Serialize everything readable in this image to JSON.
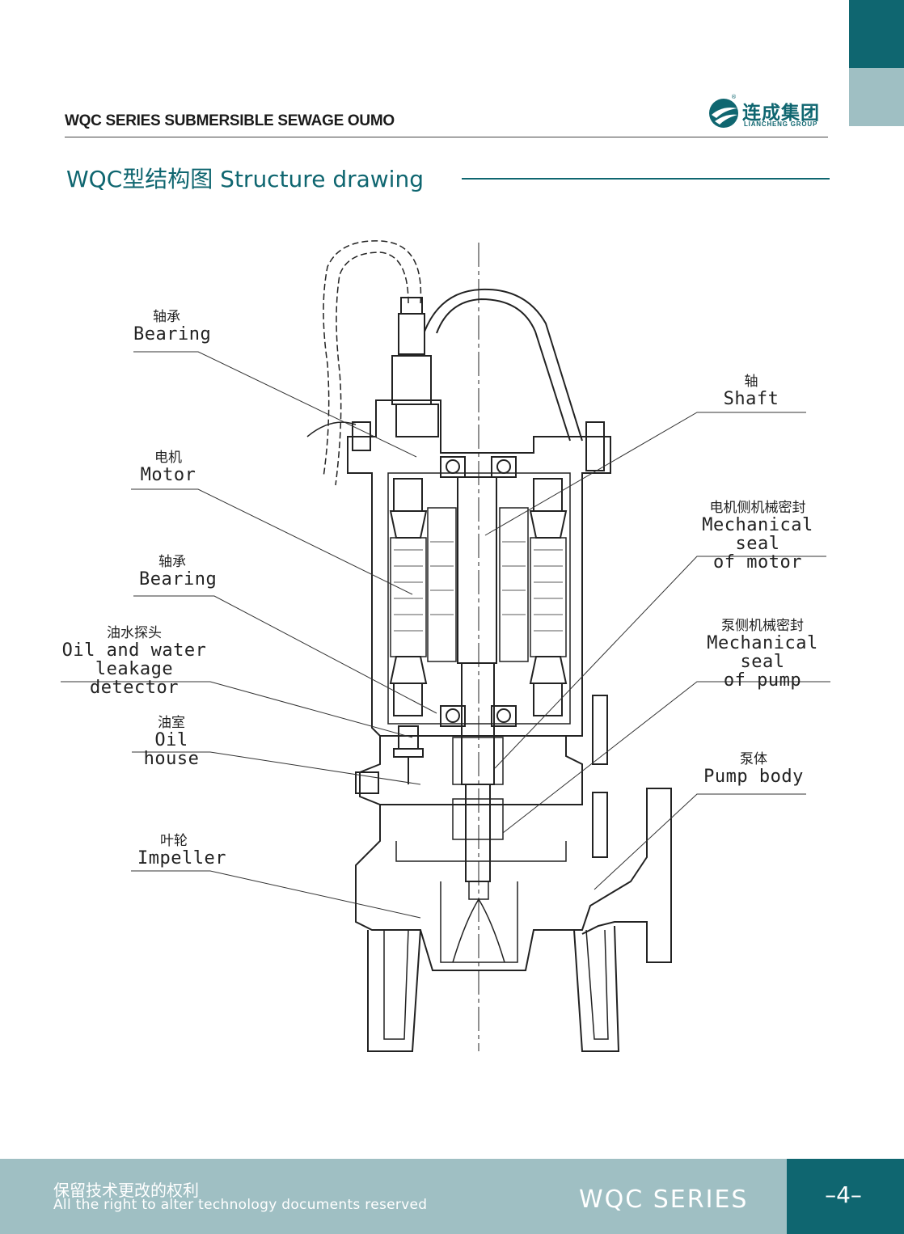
{
  "header": {
    "title": "WQC SERIES SUBMERSIBLE SEWAGE OUMO",
    "logo_cn": "连成集团",
    "logo_en": "LIANCHENG GROUP",
    "logo_reg": "®"
  },
  "section": {
    "title": "WQC型结构图 Structure drawing"
  },
  "labels": {
    "bearing_top": {
      "cn": "轴承",
      "en": "Bearing"
    },
    "motor": {
      "cn": "电机",
      "en": "Motor"
    },
    "bearing_mid": {
      "cn": "轴承",
      "en": "Bearing"
    },
    "detector": {
      "cn": "油水探头",
      "en1": "Oil and water",
      "en2": "leakage detector"
    },
    "oil_house": {
      "cn": "油室",
      "en": "Oil house"
    },
    "impeller": {
      "cn": "叶轮",
      "en": "Impeller"
    },
    "shaft": {
      "cn": "轴",
      "en": "Shaft"
    },
    "seal_motor": {
      "cn": "电机侧机械密封",
      "en1": "Mechanical seal",
      "en2": "of motor"
    },
    "seal_pump": {
      "cn": "泵侧机械密封",
      "en1": "Mechanical seal",
      "en2": "of pump"
    },
    "pump_body": {
      "cn": "泵体",
      "en": "Pump body"
    }
  },
  "footer": {
    "cn": "保留技术更改的权利",
    "en": "All the right to alter technology documents reserved",
    "series": "WQC SERIES",
    "page": "–4–"
  },
  "colors": {
    "teal_dark": "#0f6670",
    "teal_light": "#9fbfc3"
  }
}
